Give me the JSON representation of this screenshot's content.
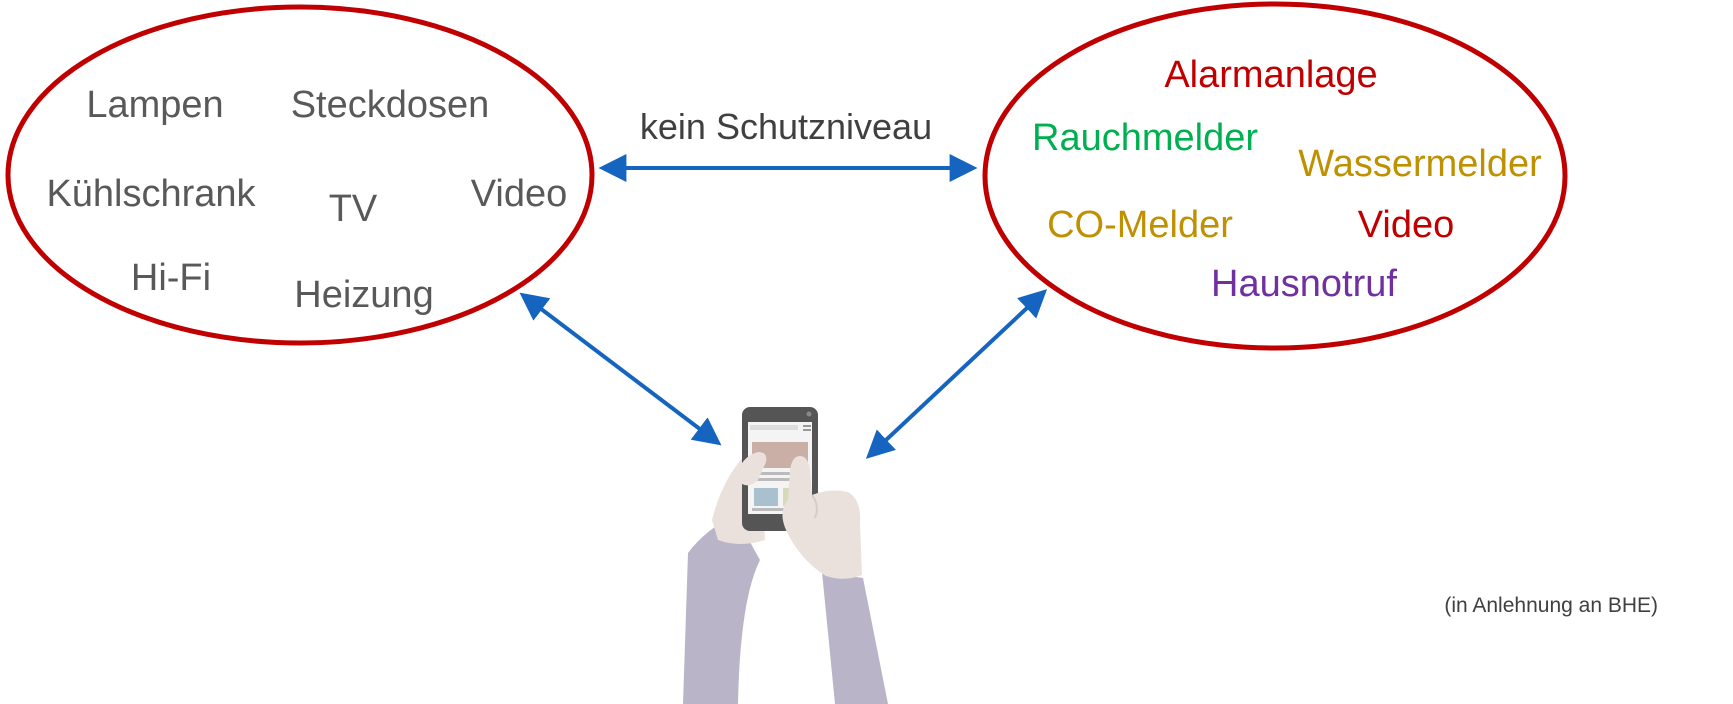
{
  "colors": {
    "ellipse_stroke": "#C00000",
    "arrow": "#1565C0",
    "left_text": "#595959",
    "mid_text": "#404040",
    "credit_text": "#404040",
    "red": "#C00000",
    "green": "#00B050",
    "gold": "#BF9000",
    "purple": "#7030A0"
  },
  "left_group": {
    "items": [
      "Lampen",
      "Steckdosen",
      "Kühlschrank",
      "TV",
      "Video",
      "Hi-Fi",
      "Heizung"
    ]
  },
  "right_group": {
    "items": [
      {
        "label": "Alarmanlage",
        "color": "#C00000"
      },
      {
        "label": "Rauchmelder",
        "color": "#00B050"
      },
      {
        "label": "Wassermelder",
        "color": "#BF9000"
      },
      {
        "label": "CO-Melder",
        "color": "#BF9000"
      },
      {
        "label": "Video",
        "color": "#C00000"
      },
      {
        "label": "Hausnotruf",
        "color": "#7030A0"
      }
    ]
  },
  "connection_label": "kein Schutzniveau",
  "device_icon": "hands-holding-smartphone-icon",
  "credit": "(in Anlehnung an BHE)"
}
